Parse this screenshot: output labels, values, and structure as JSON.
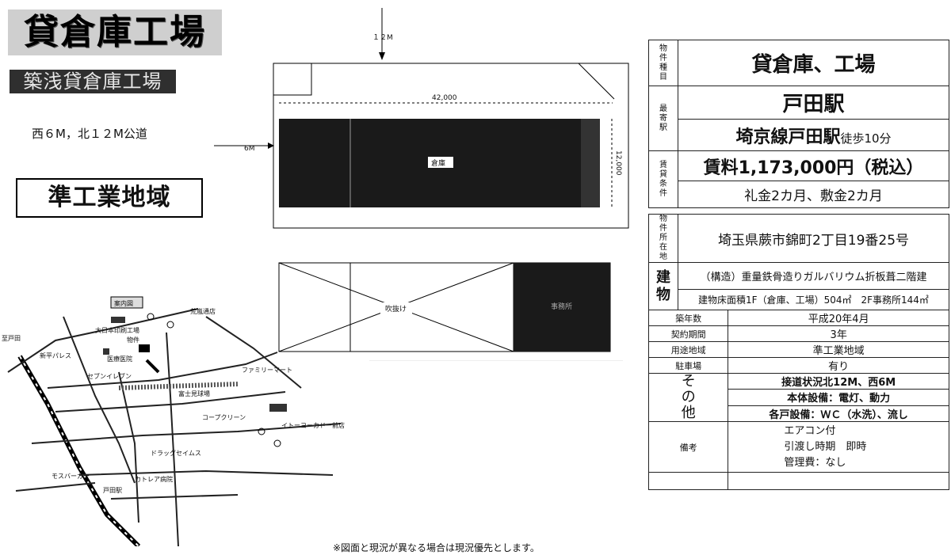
{
  "header": {
    "title": "貸倉庫工場",
    "subtitle": "築浅貸倉庫工場",
    "roads": "西６M，北１２M公道",
    "zone": "準工業地域"
  },
  "map": {
    "title": "案内図",
    "labels": {
      "line_topleft": "至戸田",
      "kouku": "荒嵐通店",
      "dainippon": "大日本印刷工場",
      "shinpei": "新平パレス",
      "property": "物件",
      "hospital": "医療医院",
      "seven": "セブンイレブン",
      "family": "ファミリーマート",
      "fuji": "富士見球場",
      "coop": "コープクリーン",
      "itoyokado": "イトーヨーカドー前店",
      "drug": "ドラッグセイムス",
      "mos": "モスバーガー",
      "toda_station": "戸田駅",
      "catholic": "カトレア病院"
    }
  },
  "plan": {
    "top_road": "１２M",
    "left_road": "6M",
    "length": "42,000",
    "width": "12,000",
    "room": "倉庫",
    "void": "吹抜け",
    "office": "事務所"
  },
  "info": {
    "rows": [
      {
        "label": [
          "物",
          "件",
          "種",
          "目"
        ],
        "value": "貸倉庫、工場"
      },
      {
        "label": [
          "最",
          "寄",
          "駅"
        ],
        "value": "戸田駅"
      },
      {
        "value_main": "埼京線戸田駅",
        "value_suffix": "徒歩10分"
      },
      {
        "label": [
          "賃",
          "貸",
          "条",
          "件"
        ],
        "value": "賃料1,173,000円（税込）",
        "value2": "礼金2カ月、敷金2カ月"
      },
      {
        "label": [
          "物",
          "件",
          "所",
          "在",
          "地"
        ],
        "value": "埼玉県蕨市錦町2丁目19番25号"
      },
      {
        "label": [
          "建",
          "物"
        ],
        "value": "（構造）重量鉄骨造りガルバリウム折板葺二階建",
        "value2": "建物床面積1F（倉庫、工場）504㎡　2F事務所144㎡"
      }
    ],
    "small_rows": [
      {
        "label": "築年数",
        "value": "平成20年4月"
      },
      {
        "label": "契約期間",
        "value": "3年"
      },
      {
        "label": "用途地域",
        "value": "準工業地域"
      },
      {
        "label": "駐車場",
        "value": "有り"
      }
    ],
    "other": {
      "label": [
        "そ",
        "の",
        "他"
      ],
      "lines": [
        "接道状況北12M、西6M",
        "本体設備：電灯、動力",
        "各戸設備：ＷＣ（水洗）、流し"
      ]
    },
    "remarks": {
      "label": "備考",
      "lines": [
        "エアコン付",
        "引渡し時期　即時",
        "管理費：なし"
      ]
    }
  },
  "footnote": "※図面と現況が異なる場合は現況優先とします。"
}
